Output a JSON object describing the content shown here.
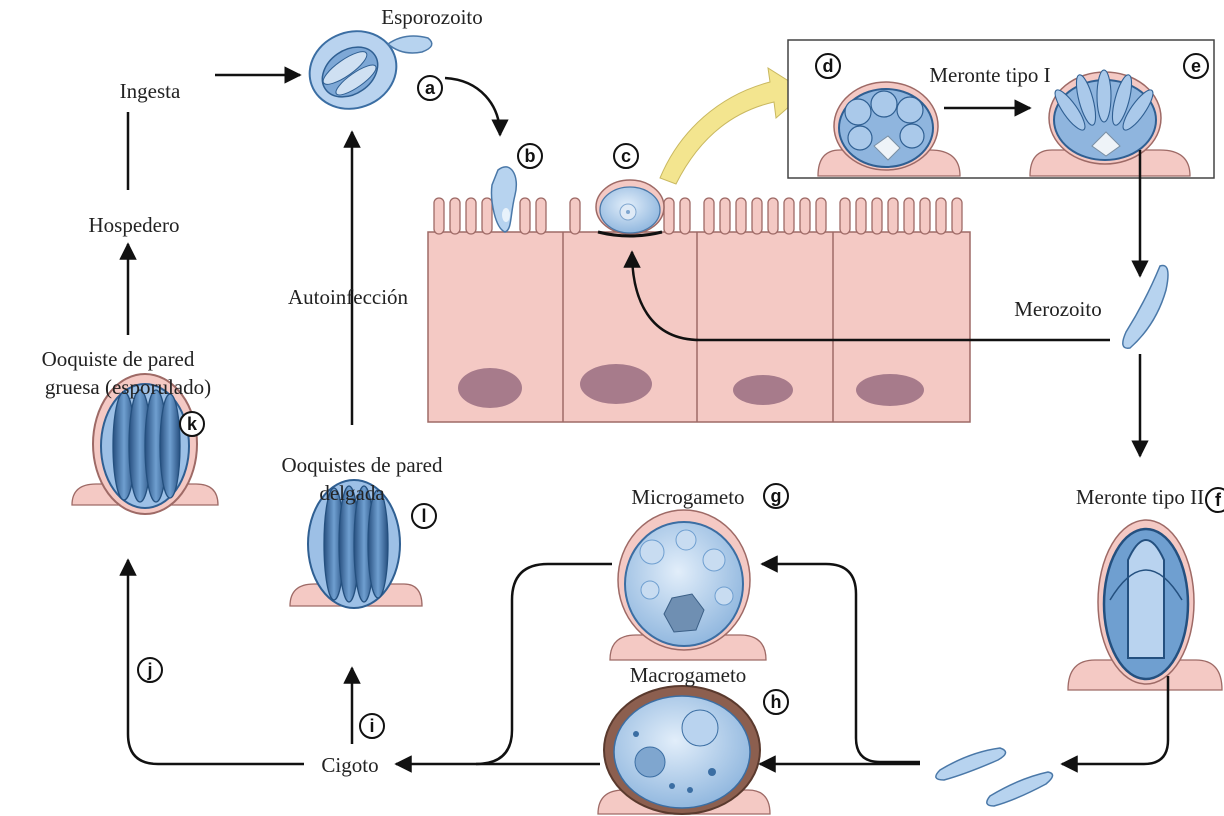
{
  "labels": {
    "esporozoito": "Esporozoito",
    "ingesta": "Ingesta",
    "hospedero": "Hospedero",
    "autoinfeccion": "Autoinfección",
    "meronte_tipo_1": "Meronte tipo I",
    "merozoito": "Merozoito",
    "ooquiste_gruesa_1": "Ooquiste de pared",
    "ooquiste_gruesa_2": "gruesa (esporulado)",
    "ooquistes_delgada_1": "Ooquistes de pared",
    "ooquistes_delgada_2": "delgada",
    "microgameto": "Microgameto",
    "meronte_tipo_2": "Meronte tipo II",
    "macrogameto": "Macrogameto",
    "cigoto": "Cigoto"
  },
  "stages": {
    "a": "a",
    "b": "b",
    "c": "c",
    "d": "d",
    "e": "e",
    "f": "f",
    "g": "g",
    "h": "h",
    "i": "i",
    "j": "j",
    "k": "k",
    "l": "l"
  },
  "colors": {
    "epithelium": "#f4c9c4",
    "epithelium_stroke": "#9e6a66",
    "nucleus": "#a77b8b",
    "parasite": "#9dc0e6",
    "parasite_dark": "#2f5f92",
    "arrow_yellow": "#f3e58f"
  }
}
